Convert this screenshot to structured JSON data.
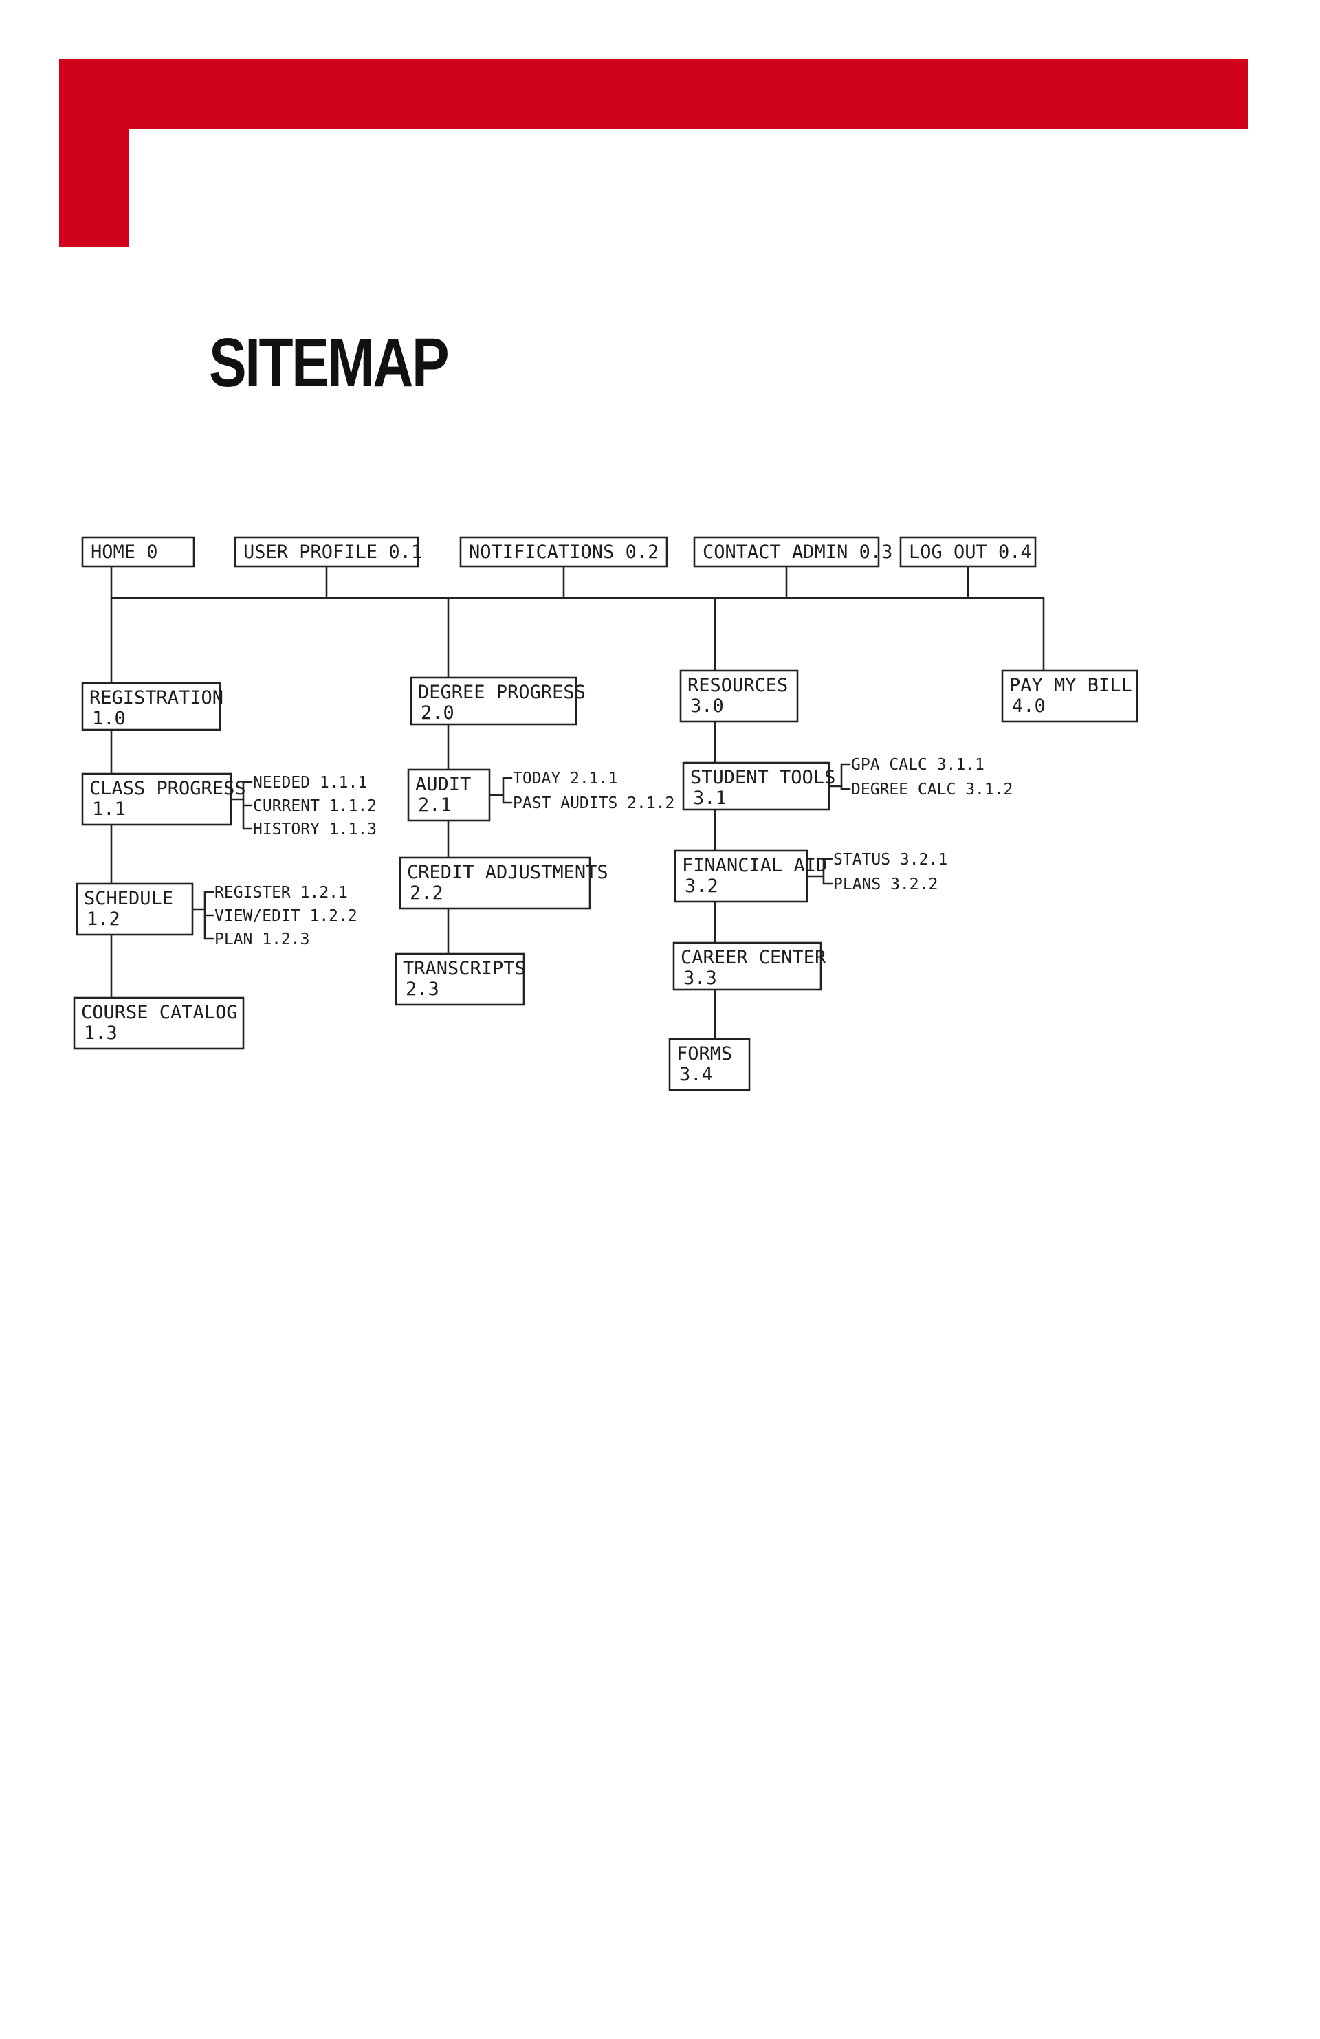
{
  "page": {
    "title": "SITEMAP",
    "accent_color": "#d0021b"
  },
  "sitemap": {
    "top_row": [
      {
        "id": "home",
        "label": "HOME 0"
      },
      {
        "id": "user-profile",
        "label": "USER PROFILE 0.1"
      },
      {
        "id": "notifications",
        "label": "NOTIFICATIONS 0.2"
      },
      {
        "id": "contact-admin",
        "label": "CONTACT ADMIN 0.3"
      },
      {
        "id": "log-out",
        "label": "LOG OUT 0.4"
      }
    ],
    "sections": [
      {
        "id": "registration",
        "label": "REGISTRATION",
        "number": "1.0",
        "children": [
          {
            "id": "class-progress",
            "label": "CLASS PROGRESS",
            "number": "1.1",
            "leaves": [
              "NEEDED 1.1.1",
              "CURRENT 1.1.2",
              "HISTORY 1.1.3"
            ]
          },
          {
            "id": "schedule",
            "label": "SCHEDULE",
            "number": "1.2",
            "leaves": [
              "REGISTER 1.2.1",
              "VIEW/EDIT 1.2.2",
              "PLAN 1.2.3"
            ]
          },
          {
            "id": "course-catalog",
            "label": "COURSE CATALOG",
            "number": "1.3",
            "leaves": []
          }
        ]
      },
      {
        "id": "degree-progress",
        "label": "DEGREE PROGRESS",
        "number": "2.0",
        "children": [
          {
            "id": "audit",
            "label": "AUDIT",
            "number": "2.1",
            "leaves": [
              "TODAY 2.1.1",
              "PAST AUDITS 2.1.2"
            ]
          },
          {
            "id": "credit-adjustments",
            "label": "CREDIT ADJUSTMENTS",
            "number": "2.2",
            "leaves": []
          },
          {
            "id": "transcripts",
            "label": "TRANSCRIPTS",
            "number": "2.3",
            "leaves": []
          }
        ]
      },
      {
        "id": "resources",
        "label": "RESOURCES",
        "number": "3.0",
        "children": [
          {
            "id": "student-tools",
            "label": "STUDENT TOOLS",
            "number": "3.1",
            "leaves": [
              "GPA CALC 3.1.1",
              "DEGREE CALC 3.1.2"
            ]
          },
          {
            "id": "financial-aid",
            "label": "FINANCIAL AID",
            "number": "3.2",
            "leaves": [
              "STATUS 3.2.1",
              "PLANS 3.2.2"
            ]
          },
          {
            "id": "career-center",
            "label": "CAREER CENTER",
            "number": "3.3",
            "leaves": []
          },
          {
            "id": "forms",
            "label": "FORMS",
            "number": "3.4",
            "leaves": []
          }
        ]
      },
      {
        "id": "pay-my-bill",
        "label": "PAY MY BILL",
        "number": "4.0",
        "children": []
      }
    ]
  }
}
